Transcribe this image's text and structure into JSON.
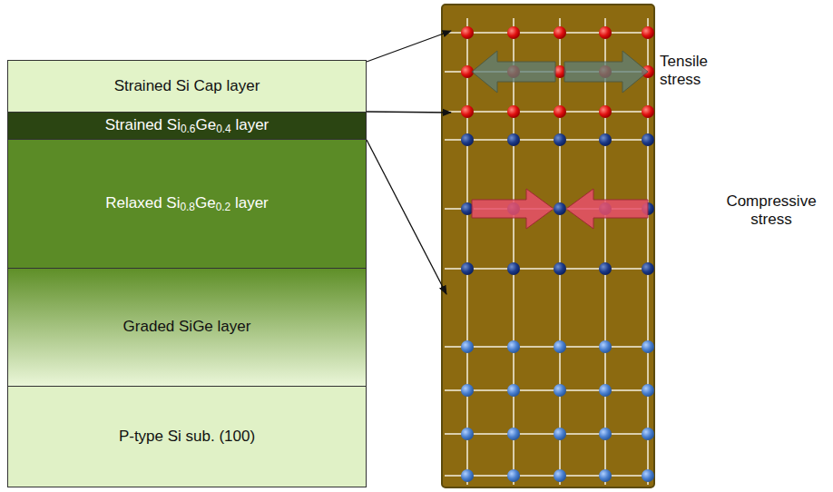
{
  "diagram": {
    "nodes": [
      {
        "text": [
          "Strained Si Cap layer"
        ]
      },
      {
        "text": [
          "Strained Si0.6Ge0.4 layer"
        ]
      },
      {
        "text": [
          "Relaxed Si0.8Ge0.2 layer"
        ]
      },
      {
        "text": [
          "Graded SiGe layer"
        ]
      },
      {
        "text": [
          "P-type Si sub. (100)"
        ]
      }
    ],
    "edges": [],
    "labels": [
      "Tensile stress",
      "Compressive stress"
    ]
  }
}
